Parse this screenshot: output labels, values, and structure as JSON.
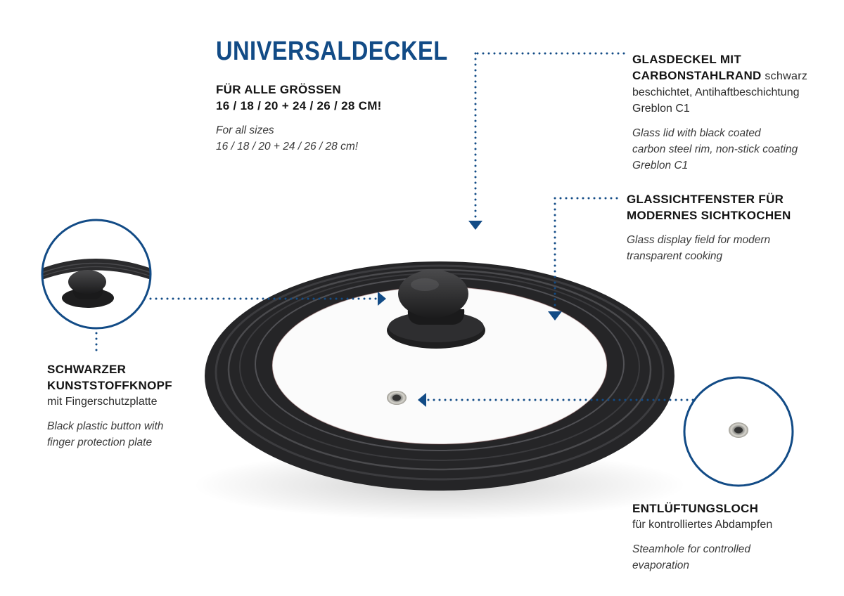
{
  "title": "UNIVERSALDECKEL",
  "sizes": {
    "heading": [
      "FÜR ALLE GRÖSSEN",
      "16 / 18 / 20 + 24 / 26 / 28 CM!"
    ],
    "english": [
      "For all sizes",
      "16 / 18 / 20 + 24 / 26 / 28 cm!"
    ]
  },
  "glass_lid": {
    "heading_line1": "GLASDECKEL MIT",
    "heading_line2_bold": "CARBONSTAHLRAND",
    "heading_line2_rest": " schwarz",
    "german": [
      "beschichtet, Antihaftbeschichtung",
      "Greblon C1"
    ],
    "english": [
      "Glass lid with black coated",
      "carbon steel rim, non-stick coating",
      "Greblon C1"
    ]
  },
  "window": {
    "heading": [
      "GLASSICHTFENSTER FÜR",
      "MODERNES SICHTKOCHEN"
    ],
    "english": [
      "Glass display field for modern",
      "transparent cooking"
    ]
  },
  "knob": {
    "heading": [
      "SCHWARZER",
      "KUNSTSTOFFKNOPF"
    ],
    "german": "mit Fingerschutzplatte",
    "english": [
      "Black plastic button with",
      "finger protection plate"
    ]
  },
  "vent": {
    "heading": "ENTLÜFTUNGSLOCH",
    "german": "für kontrolliertes Abdampfen",
    "english": [
      "Steamhole for controlled",
      "evaporation"
    ]
  },
  "colors": {
    "accent": "#124b86",
    "rim": "#2a2a2c",
    "glass": "#fafafa"
  }
}
